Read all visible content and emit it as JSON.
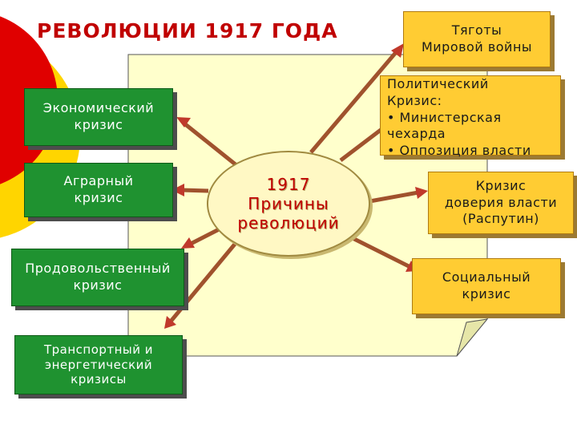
{
  "title": "РЕВОЛЮЦИИ 1917 ГОДА",
  "center": {
    "lines": [
      "1917",
      "Причины",
      "революций"
    ],
    "text_color": "#c00000"
  },
  "left_boxes": [
    {
      "lines": [
        "Экономический",
        "кризис"
      ]
    },
    {
      "lines": [
        "Аграрный",
        "кризис"
      ]
    },
    {
      "lines": [
        "Продовольственный",
        "кризис"
      ]
    },
    {
      "lines": [
        "Транспортный и",
        "энергетический",
        "кризисы"
      ]
    }
  ],
  "right_boxes": [
    {
      "lines": [
        "Тяготы",
        "Мировой войны"
      ]
    },
    {
      "lines": [
        "Политический",
        "Кризис:",
        "• Министерская чехарда",
        "• Оппозиция власти"
      ]
    },
    {
      "lines": [
        "Кризис",
        "доверия власти",
        "(Распутин)"
      ]
    },
    {
      "lines": [
        "Социальный",
        "кризис"
      ]
    }
  ],
  "colors": {
    "green_box": "#1f9230",
    "yellow_box": "#ffcc33",
    "arrow": "#a0522d",
    "arrow_head": "#c0392b",
    "slide_accent_red": "#e00000",
    "slide_accent_yellow": "#ffd500",
    "note_background": "#ffffcc",
    "title": "#c00000"
  }
}
